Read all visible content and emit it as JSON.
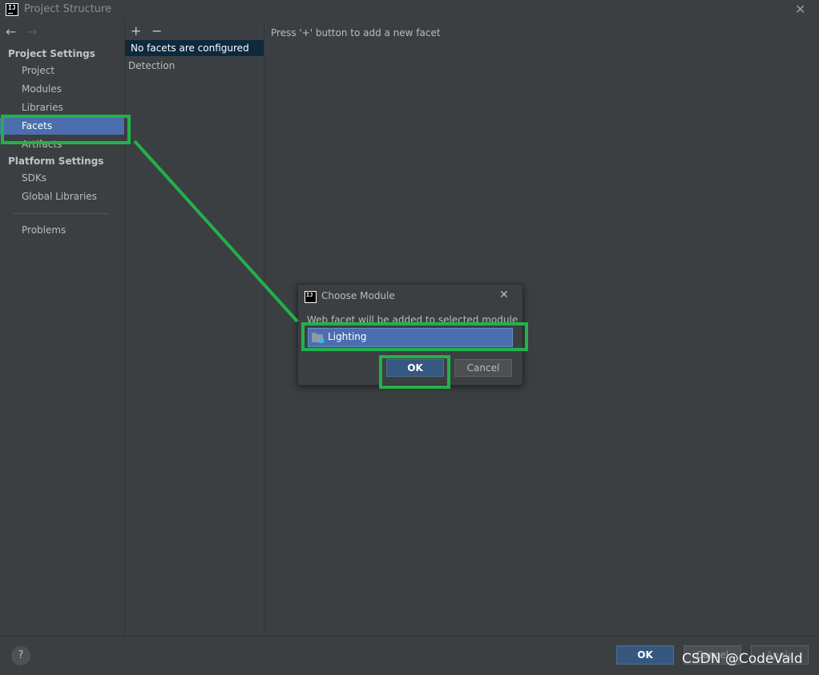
{
  "window": {
    "app_icon_text": "IJ",
    "title": "Project Structure",
    "close_symbol": "✕"
  },
  "nav": {
    "back_symbol": "←",
    "forward_symbol": "→"
  },
  "sidebar": {
    "project_settings_header": "Project Settings",
    "project_items": [
      {
        "label": "Project"
      },
      {
        "label": "Modules"
      },
      {
        "label": "Libraries"
      },
      {
        "label": "Facets"
      },
      {
        "label": "Artifacts"
      }
    ],
    "platform_settings_header": "Platform Settings",
    "platform_items": [
      {
        "label": "SDKs"
      },
      {
        "label": "Global Libraries"
      }
    ],
    "problems_label": "Problems"
  },
  "facets_panel": {
    "add_symbol": "+",
    "remove_symbol": "−",
    "empty_row": "No facets are configured",
    "detection_label": "Detection"
  },
  "main": {
    "hint": "Press '+' button to add a new facet"
  },
  "dialog": {
    "icon_text": "IJ",
    "title": "Choose Module",
    "close_symbol": "✕",
    "message": "Web facet will be added to selected module",
    "modules": [
      {
        "label": "Lighting"
      }
    ],
    "ok_label": "OK",
    "cancel_label": "Cancel"
  },
  "footer": {
    "help_symbol": "?",
    "ok_label": "OK",
    "cancel_label": "Cancel",
    "apply_label": "Apply"
  },
  "watermark": "CSDN @CodeVald",
  "colors": {
    "background": "#3c3f41",
    "selection": "#4b6eaf",
    "primary_button": "#365880",
    "highlight": "#22b14c"
  }
}
